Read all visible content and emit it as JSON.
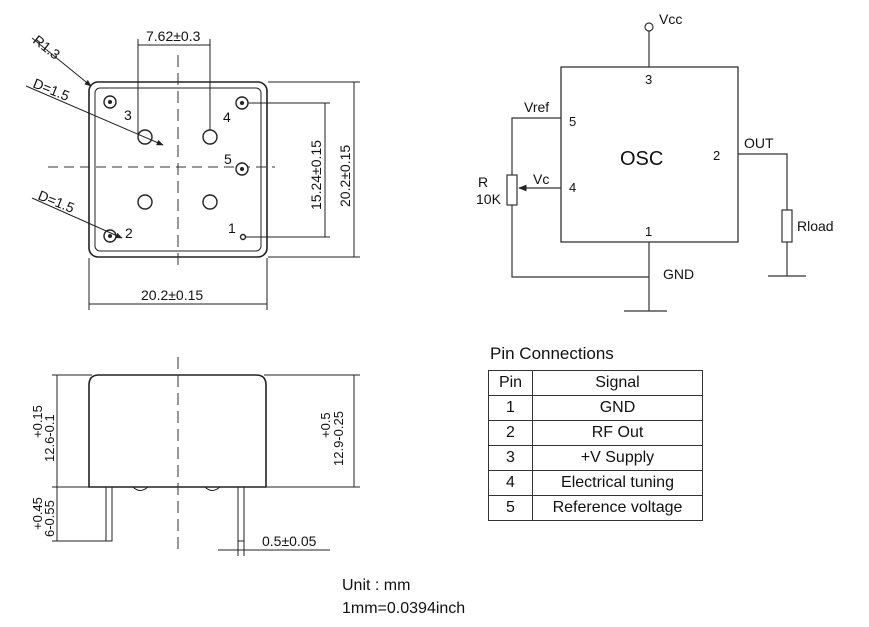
{
  "top_view": {
    "corner_radius": "R1.3",
    "hole_d_top": "D=1.5",
    "hole_d_bottom": "D=1.5",
    "pin_spacing": "7.62±0.3",
    "height_inner": "15.24±0.15",
    "height_outer": "20.2±0.15",
    "width": "20.2±0.15",
    "pin3": "3",
    "pin4": "4",
    "pin5": "5",
    "pin2": "2",
    "pin1": "1"
  },
  "side_view": {
    "body_height_left": "12.6-0.1",
    "body_height_left_tol": "+0.15",
    "body_height_right": "12.9-0.25",
    "body_height_right_tol": "+0.5",
    "pin_length": "6-0.55",
    "pin_length_tol": "+0.45",
    "pin_diameter": "0.5±0.05"
  },
  "schematic": {
    "vcc": "Vcc",
    "osc": "OSC",
    "vref": "Vref",
    "vc": "Vc",
    "r": "R",
    "r_value": "10K",
    "out": "OUT",
    "rload": "Rload",
    "gnd": "GND",
    "pin3": "3",
    "pin5": "5",
    "pin4": "4",
    "pin2": "2",
    "pin1": "1"
  },
  "pin_connections": {
    "title": "Pin Connections",
    "headers": [
      "Pin",
      "Signal"
    ],
    "rows": [
      {
        "pin": "1",
        "signal": "GND"
      },
      {
        "pin": "2",
        "signal": "RF Out"
      },
      {
        "pin": "3",
        "signal": "+V Supply"
      },
      {
        "pin": "4",
        "signal": "Electrical tuning"
      },
      {
        "pin": "5",
        "signal": "Reference voltage"
      }
    ]
  },
  "units": {
    "unit": "Unit : mm",
    "conversion": "1mm=0.0394inch"
  }
}
